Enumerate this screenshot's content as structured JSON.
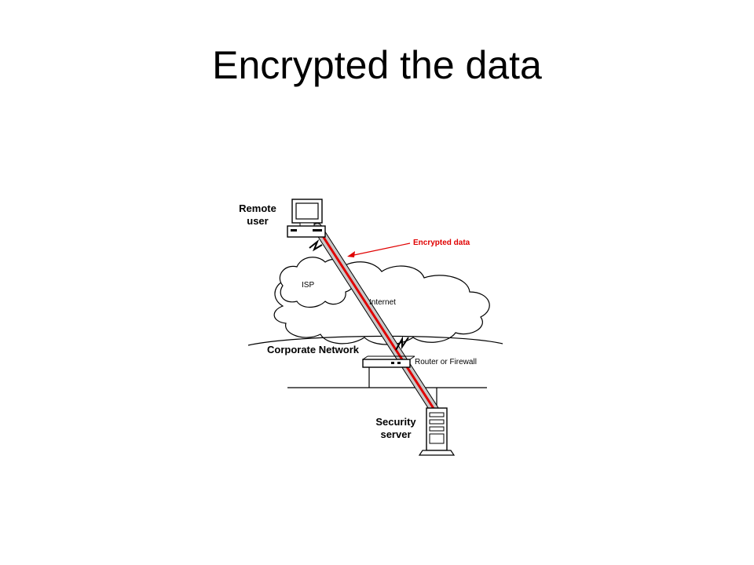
{
  "slide": {
    "title": "Encrypted the data"
  },
  "diagram": {
    "labels": {
      "remote_user_line1": "Remote",
      "remote_user_line2": "user",
      "encrypted_data": "Encrypted data",
      "isp": "ISP",
      "internet": "Internet",
      "corporate_network": "Corporate Network",
      "router_firewall": "Router or Firewall",
      "security_server_line1": "Security",
      "security_server_line2": "server"
    },
    "colors": {
      "tunnel_core": "#e00000",
      "tunnel_shell": "#c8c8c8",
      "arrow": "#e00000"
    }
  }
}
